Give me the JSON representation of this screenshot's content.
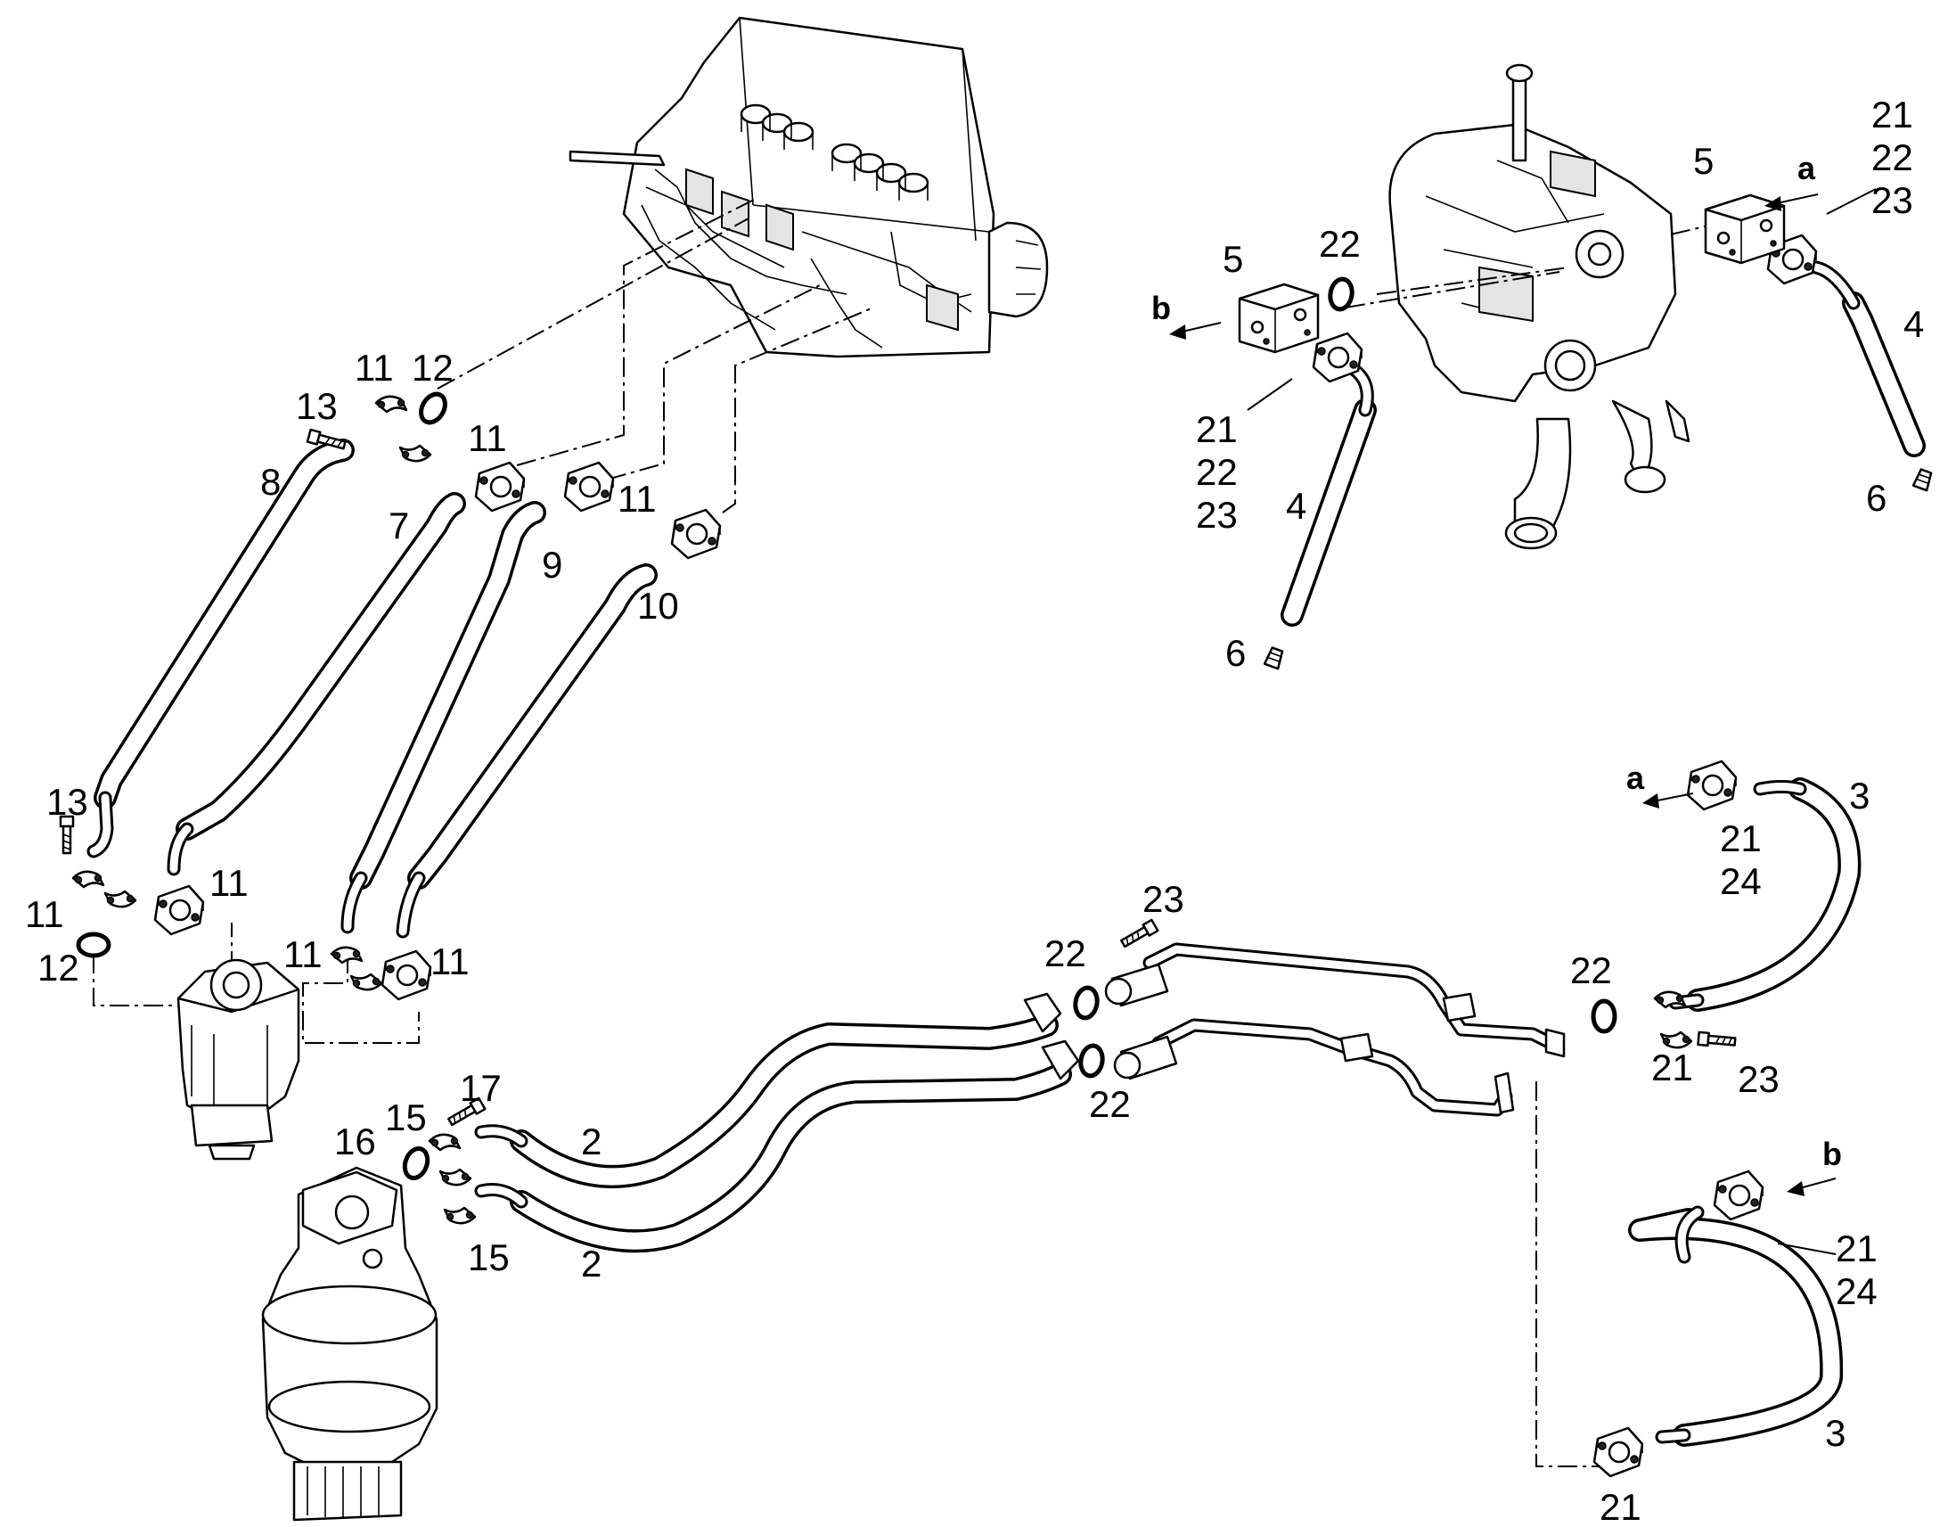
{
  "callouts": {
    "engine": {
      "c11": "11",
      "c12": "12",
      "c13": "13",
      "c8": "8",
      "c11b": "11",
      "c7": "7",
      "c11c": "11",
      "c9": "9",
      "c10": "10"
    },
    "gearbox": {
      "c5a": "5",
      "c22a": "22",
      "c5b": "5",
      "c21a": "21",
      "c22b": "22",
      "c23a": "23",
      "c21b": "21",
      "c22c": "22",
      "c23b": "23",
      "c4a": "4",
      "c4b": "4",
      "c6a": "6",
      "c6b": "6",
      "dir_a": "a",
      "dir_b": "b"
    },
    "pump": {
      "c13": "13",
      "c11a": "11",
      "c11b": "11",
      "c12": "12",
      "c11c": "11",
      "c11d": "11"
    },
    "motor": {
      "c17": "17",
      "c15a": "15",
      "c16": "16",
      "c15b": "15",
      "c2a": "2",
      "c2b": "2"
    },
    "manifold": {
      "c23": "23",
      "c22a": "22",
      "c22b": "22",
      "c22c": "22"
    },
    "right": {
      "dir_a": "a",
      "c21a": "21",
      "c24a": "24",
      "c3a": "3",
      "c21b": "21",
      "c23": "23",
      "dir_b": "b",
      "c21c": "21",
      "c24b": "24",
      "c3b": "3",
      "c21d": "21"
    }
  }
}
